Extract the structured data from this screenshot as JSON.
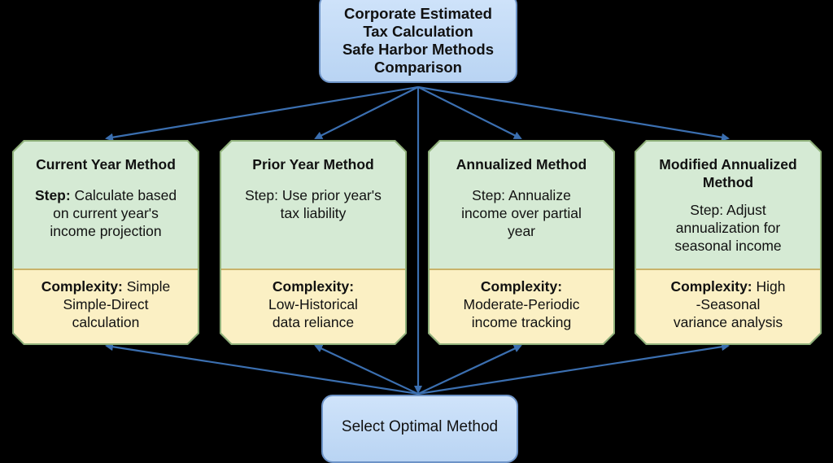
{
  "diagram": {
    "title": "Corporate Estimated\nTax Calculation\nSafe Harbor Methods\nComparison",
    "decision": "Select Optimal Method",
    "colors": {
      "background": "#000000",
      "blue_box_fill": "#c5dcf7",
      "blue_box_border": "#6d93c7",
      "green_section": "#d5ead4",
      "yellow_section": "#fbf0c4",
      "arrow": "#3b6fb0"
    },
    "methods": [
      {
        "title": "Current Year Method",
        "step_label": "Step:",
        "step_text": " Calculate based\non current year's\nincome projection",
        "step_bold": true,
        "complexity_label": "Complexity:",
        "complexity_text": " Simple\nSimple-Direct\ncalculation"
      },
      {
        "title": "Prior Year Method",
        "step_label": "Step:",
        "step_text": " Use prior year's\ntax liability",
        "step_bold": false,
        "complexity_label": "Complexity:",
        "complexity_text": "\nLow-Historical\ndata reliance"
      },
      {
        "title": "Annualized Method",
        "step_label": "Step:",
        "step_text": " Annualize\nincome over partial\nyear",
        "step_bold": false,
        "complexity_label": "Complexity:",
        "complexity_text": "\nModerate-Periodic\nincome tracking"
      },
      {
        "title": "Modified Annualized\nMethod",
        "step_label": "Step:",
        "step_text": " Adjust\nannualization for\nseasonal income",
        "step_bold": false,
        "complexity_label": "Complexity:",
        "complexity_text": " High\n-Seasonal\nvariance analysis"
      }
    ]
  }
}
